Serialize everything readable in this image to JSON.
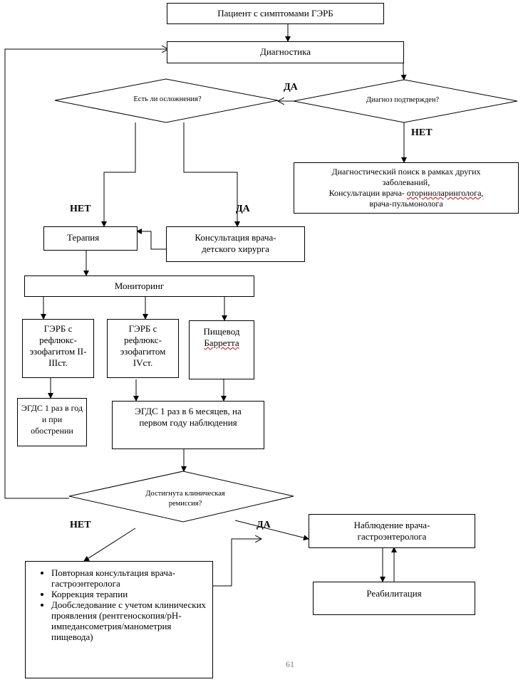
{
  "nodes": {
    "start": "Пациент с симптомами ГЭРБ",
    "diagnostics": "Диагностика",
    "complications_question": "Есть ли осложнения?",
    "diagnosis_confirmed_question": "Диагноз подтвержден?",
    "other_search": [
      "Диагностический поиск в рамках других",
      "заболеваний,",
      "Консультации врача- ",
      "оториноларинголога,",
      "врача-пульмонолога"
    ],
    "therapy": "Терапия",
    "surgeon_consult": "Консультация врача-детского хирурга",
    "monitoring": "Мониторинг",
    "gerd_2_3": "ГЭРБ с рефлюкс-эзофагитом II-IIIст.",
    "gerd_4": "ГЭРБ с рефлюкс-эзофагитом IVст.",
    "barrett": [
      "Пищевод ",
      "Барретта"
    ],
    "egds_yearly": "ЭГДС 1 раз в год и при обострении",
    "egds_6months": "ЭГДС 1 раз в 6 месяцев, на первом году наблюдения",
    "remission_question": "Достигнута клиническая ремиссия?",
    "gastro_observation": "Наблюдение врача-гастроэнтеролога",
    "rehabilitation": "Реабилитация",
    "actions": [
      "Повторная консультация врача-гастроэнтеролога",
      "Коррекция терапии",
      "Дообследование с учетом клинических проявления (рентгеноскопия/pH-импедансометрия/манометрия пищевода)"
    ]
  },
  "labels": {
    "yes": "ДА",
    "no": "НЕТ"
  },
  "page_number": "61"
}
